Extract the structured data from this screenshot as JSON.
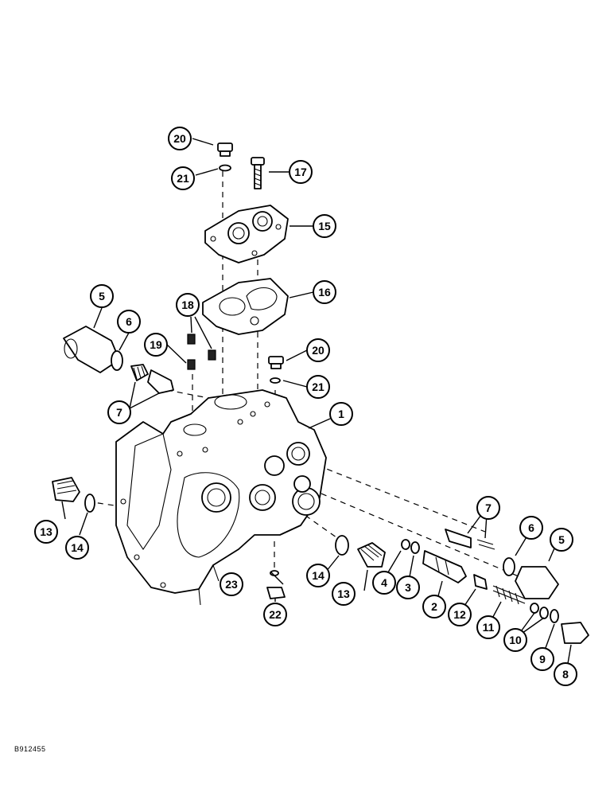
{
  "figure_id": "B912455",
  "callouts": [
    {
      "label": "20"
    },
    {
      "label": "21"
    },
    {
      "label": "17"
    },
    {
      "label": "15"
    },
    {
      "label": "16"
    },
    {
      "label": "18"
    },
    {
      "label": "19"
    },
    {
      "label": "5"
    },
    {
      "label": "6"
    },
    {
      "label": "7"
    },
    {
      "label": "20"
    },
    {
      "label": "21"
    },
    {
      "label": "1"
    },
    {
      "label": "13"
    },
    {
      "label": "14"
    },
    {
      "label": "7"
    },
    {
      "label": "6"
    },
    {
      "label": "5"
    },
    {
      "label": "14"
    },
    {
      "label": "13"
    },
    {
      "label": "4"
    },
    {
      "label": "3"
    },
    {
      "label": "2"
    },
    {
      "label": "12"
    },
    {
      "label": "11"
    },
    {
      "label": "10"
    },
    {
      "label": "9"
    },
    {
      "label": "8"
    },
    {
      "label": "23"
    },
    {
      "label": "22"
    }
  ]
}
